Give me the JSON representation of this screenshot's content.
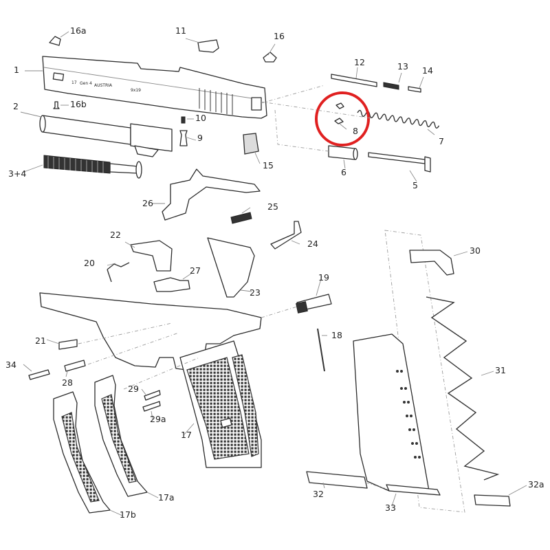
{
  "diagram": {
    "type": "exploded-parts-view",
    "subject": "pistol",
    "slide_markings": {
      "model": "17",
      "generation": "Gen 4",
      "country": "AUSTRIA",
      "caliber": "9x19"
    },
    "highlight": {
      "shape": "circle",
      "color": "#e02020",
      "target_part": "8"
    },
    "colors": {
      "line": "#2a2a2a",
      "leader": "#8a8a8a",
      "background": "#ffffff"
    }
  },
  "labels": {
    "p1": "1",
    "p2": "2",
    "p3_4": "3+4",
    "p5": "5",
    "p6": "6",
    "p7": "7",
    "p8": "8",
    "p9": "9",
    "p10": "10",
    "p11": "11",
    "p12": "12",
    "p13": "13",
    "p14": "14",
    "p15": "15",
    "p16": "16",
    "p16a": "16a",
    "p16b": "16b",
    "p17": "17",
    "p17a": "17a",
    "p17b": "17b",
    "p18": "18",
    "p19": "19",
    "p20": "20",
    "p21": "21",
    "p22": "22",
    "p23": "23",
    "p24": "24",
    "p25": "25",
    "p26": "26",
    "p27": "27",
    "p28": "28",
    "p29": "29",
    "p29a": "29a",
    "p30": "30",
    "p31": "31",
    "p32": "32",
    "p32a": "32a",
    "p33": "33",
    "p34": "34"
  }
}
